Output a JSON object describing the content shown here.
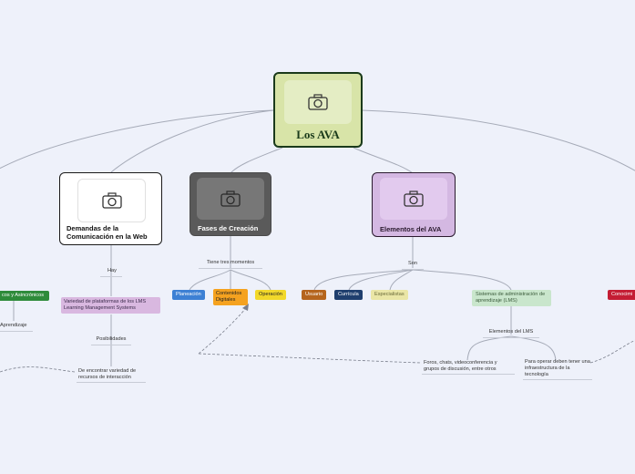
{
  "colors": {
    "root_bg": "#d8e4a8",
    "root_border": "#1a3a1a",
    "line": "#a6abb8",
    "fases_bg": "#5a5a5a",
    "elementos_bg": "#d4b8e2",
    "variedad_bg": "#d9b8e0",
    "sync_chip": "#2e8b3a",
    "planeacion": "#3d80d4",
    "contenidos": "#f5a21f",
    "operacion": "#f2d82a",
    "usuario": "#b5651d",
    "curricula": "#1f3f6e",
    "especialistas": "#eae6a6",
    "sistemas": "#c9e6cc",
    "conocimiento": "#c41d34"
  },
  "root": {
    "title": "Los AVA",
    "icon": "camera-icon"
  },
  "demandas": {
    "title": "Demandas de la Comunicación en la Web",
    "icon": "camera-icon",
    "connector": "Hay",
    "variedad": "Variedad de plataformas de los LMS Learning Management Systems",
    "posibilidades": "Posibilidades",
    "recursos": "De encontrar variedad de recursos de interacción"
  },
  "left": {
    "chip": "cos y Asincrónicos",
    "text": "Aprendizaje"
  },
  "fases": {
    "title": "Fases de Creación",
    "icon": "camera-icon",
    "connector": "Tiene tres momentos",
    "items": [
      "Planeación",
      "Contenidos Digitales",
      "Operación"
    ]
  },
  "elementos": {
    "title": "Elementos del AVA",
    "icon": "camera-icon",
    "connector": "Son",
    "items": [
      "Usuario",
      "Currícula",
      "Especialistas"
    ],
    "sistemas": "Sistemas de administración de aprendizaje (LMS)",
    "lms_connector": "Elementos del LMS",
    "foros": "Foros, chats, videoconferencia y grupos de discusión, entre otros",
    "infra": "Para operar deben tener una infraestructura de la tecnología"
  },
  "right": {
    "chip": "Conocimi"
  }
}
